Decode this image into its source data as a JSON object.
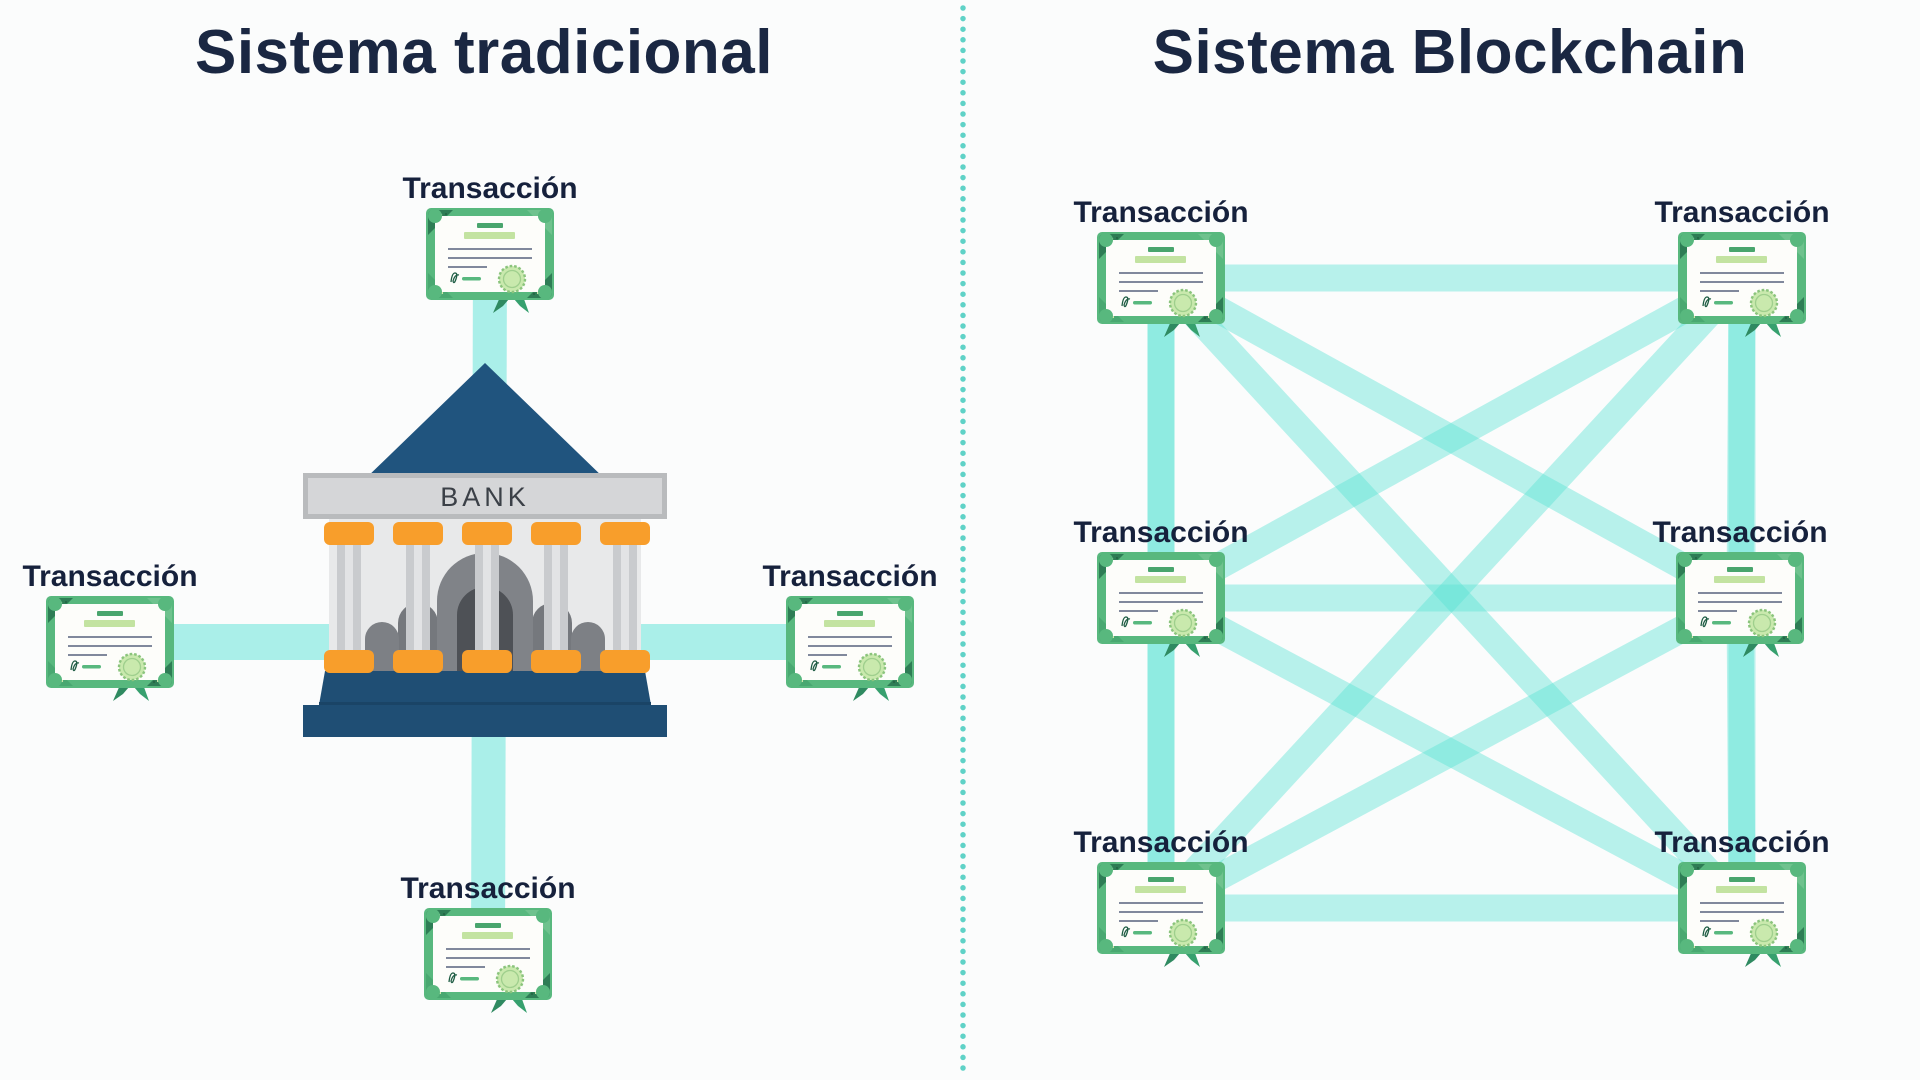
{
  "left": {
    "title": "Sistema tradicional",
    "bank_label": "BANK",
    "nodes": [
      {
        "label": "Transacción"
      },
      {
        "label": "Transacción"
      },
      {
        "label": "Transacción"
      },
      {
        "label": "Transacción"
      }
    ]
  },
  "right": {
    "title": "Sistema Blockchain",
    "nodes": [
      {
        "label": "Transacción"
      },
      {
        "label": "Transacción"
      },
      {
        "label": "Transacción"
      },
      {
        "label": "Transacción"
      },
      {
        "label": "Transacción"
      },
      {
        "label": "Transacción"
      }
    ]
  },
  "colors": {
    "background": "#fbfcfc",
    "title_navy": "#1a2742",
    "label_navy": "#16213c",
    "link_band_teal": "#8ae8dc",
    "divider_teal": "#5fd2c7",
    "cert_frame_green": "#58b87e",
    "cert_bar_light_green": "#c3e3a1",
    "cert_seal_green": "#c9e9ad",
    "bank_roof_blue": "#20547e",
    "bank_base_navy": "#1f4e74",
    "bank_sign_gray": "#d5d6d8",
    "column_orange": "#f89e2b"
  }
}
